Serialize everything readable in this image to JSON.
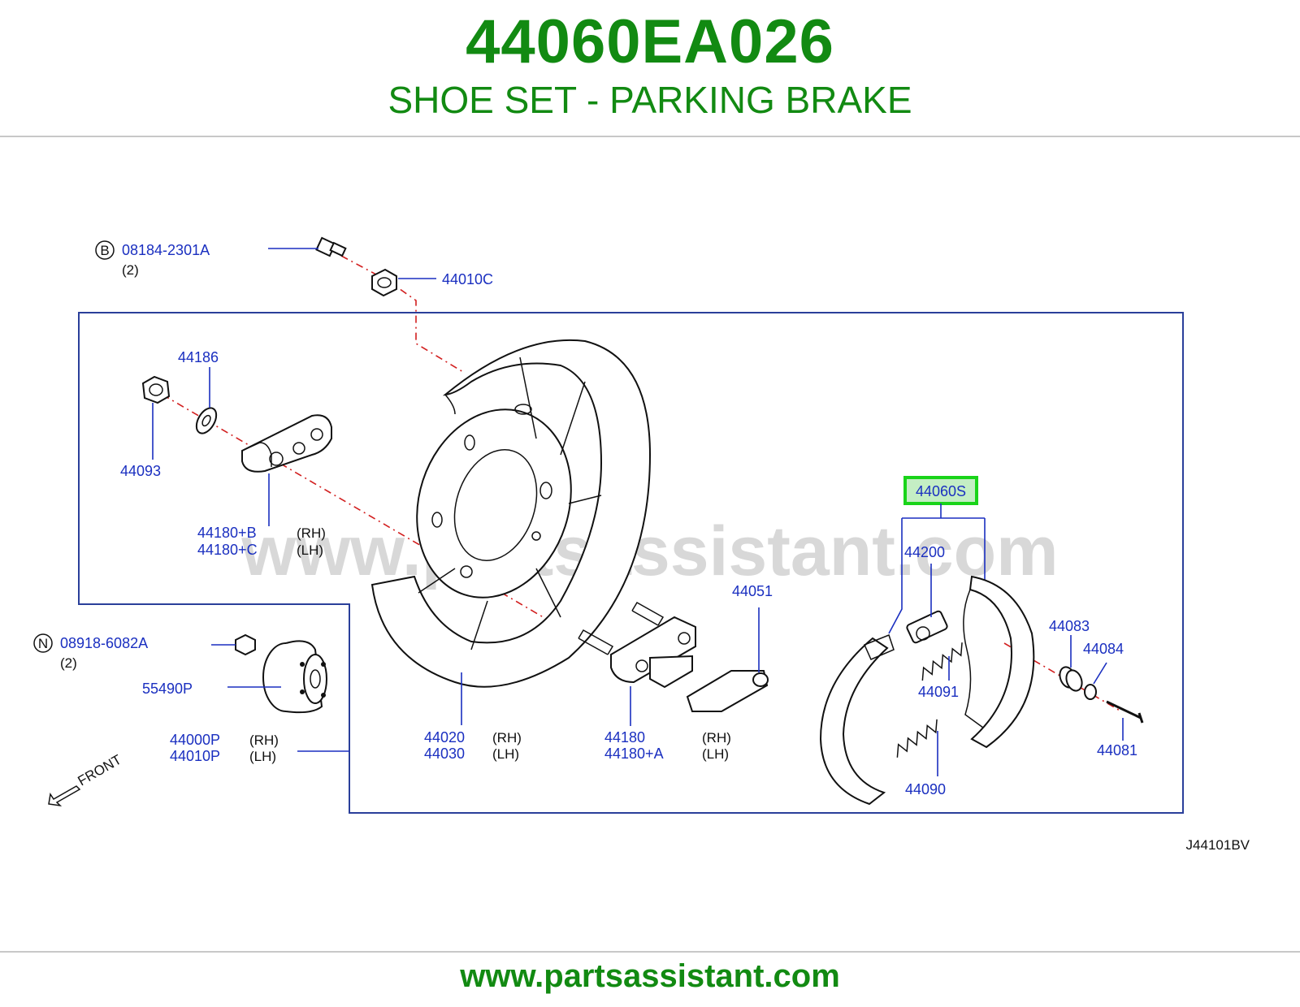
{
  "header": {
    "part_number": "44060EA026",
    "part_name": "SHOE SET - PARKING BRAKE"
  },
  "diagram": {
    "watermark": "www.partsassistant.com",
    "drawing_code": "J44101BV",
    "front_label": "FRONT",
    "highlighted_part": "44060S",
    "callouts": {
      "bolt_circle": "B",
      "bolt": "08184-2301A",
      "bolt_qty": "(2)",
      "nut_10c": "44010C",
      "p44186": "44186",
      "p44093": "44093",
      "adapter_rh": "44180+B",
      "adapter_lh": "44180+C",
      "nut_circle": "N",
      "nut": "08918-6082A",
      "nut_qty": "(2)",
      "sensor": "55490P",
      "assy_rh": "44000P",
      "assy_lh": "44010P",
      "plate_rh": "44020",
      "plate_lh": "44030",
      "lever_rh": "44180",
      "lever_lh": "44180+A",
      "p44051": "44051",
      "p44060s": "44060S",
      "p44200": "44200",
      "p44091": "44091",
      "p44090": "44090",
      "p44083": "44083",
      "p44084": "44084",
      "p44081": "44081"
    },
    "side": {
      "rh": "(RH)",
      "lh": "(LH)"
    }
  },
  "footer": {
    "url": "www.partsassistant.com"
  },
  "colors": {
    "brand_green": "#128a12",
    "callout_blue": "#1a2fc0",
    "highlight_green": "#19d419",
    "center_line_red": "#d21f1f"
  }
}
